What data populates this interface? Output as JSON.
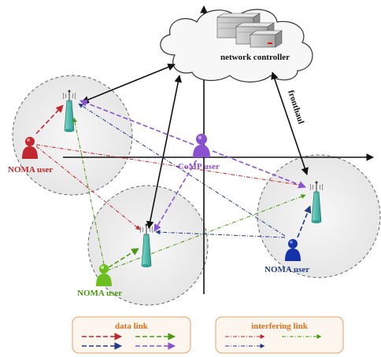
{
  "labels": {
    "network_controller": "network controller",
    "fronthaul": "fronthaul",
    "noma_user_left": "NOMA user",
    "comp_user": "CoMP user",
    "noma_user_bottom": "NOMA user",
    "noma_user_right": "NOMA user"
  },
  "legend": {
    "data_link": "data link",
    "interfering_link": "interfering link"
  },
  "colors": {
    "red": "#c0282d",
    "purple": "#8a52cf",
    "green": "#4c9a12",
    "blue": "#1f3b8a",
    "teal": "#39b4a3",
    "legend_border": "#e0a36a",
    "legend_bg": "#fdf6ef",
    "cell_fill": "#ececec"
  },
  "icons": {
    "server": "server-rack-icon",
    "antenna": "antenna-icon",
    "user": "person-icon",
    "cloud": "cloud-icon"
  }
}
